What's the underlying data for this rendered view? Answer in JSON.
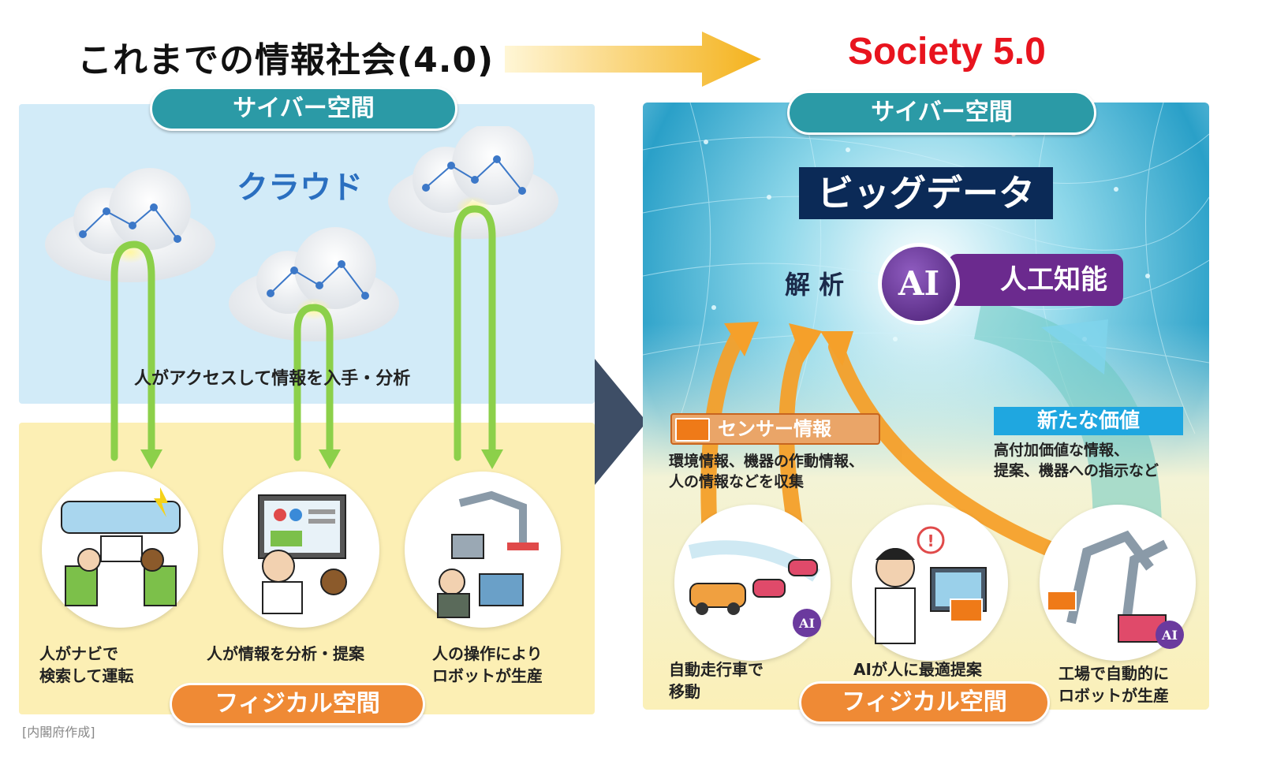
{
  "header": {
    "left_title": "これまでの情報社会(4.0)",
    "right_title": "Society 5.0"
  },
  "left": {
    "cyber_label": "サイバー空間",
    "cloud_label": "クラウド",
    "access_label": "人がアクセスして情報を入手・分析",
    "physical_label": "フィジカル空間",
    "items": [
      {
        "line1": "人がナビで",
        "line2": "検索して運転"
      },
      {
        "line1": "人が情報を分析・提案",
        "line2": ""
      },
      {
        "line1": "人の操作により",
        "line2": "ロボットが生産"
      }
    ],
    "source_note": "[内閣府作成]"
  },
  "right": {
    "cyber_label": "サイバー空間",
    "bigdata_label": "ビッグデータ",
    "analysis_label": "解 析",
    "ai_badge": "AI",
    "ai_label": "人工知能",
    "sensor_label": "センサー情報",
    "sensor_desc_1": "環境情報、機器の作動情報、",
    "sensor_desc_2": "人の情報などを収集",
    "new_value_label": "新たな価値",
    "new_value_desc_1": "高付加価値な情報、",
    "new_value_desc_2": "提案、機器への指示など",
    "physical_label": "フィジカル空間",
    "items": [
      {
        "line1": "自動走行車で",
        "line2": "移動"
      },
      {
        "line1": "AIが人に最適提案",
        "line2": ""
      },
      {
        "line1": "工場で自動的に",
        "line2": "ロボットが生産"
      }
    ]
  },
  "colors": {
    "title_red": "#e8141e",
    "cyber_teal": "#2b9aa6",
    "physical_orange": "#ef8a35",
    "bigdata_navy": "#0b2a57",
    "ai_purple": "#6b2a8e",
    "new_value_blue": "#1fa7e0"
  }
}
